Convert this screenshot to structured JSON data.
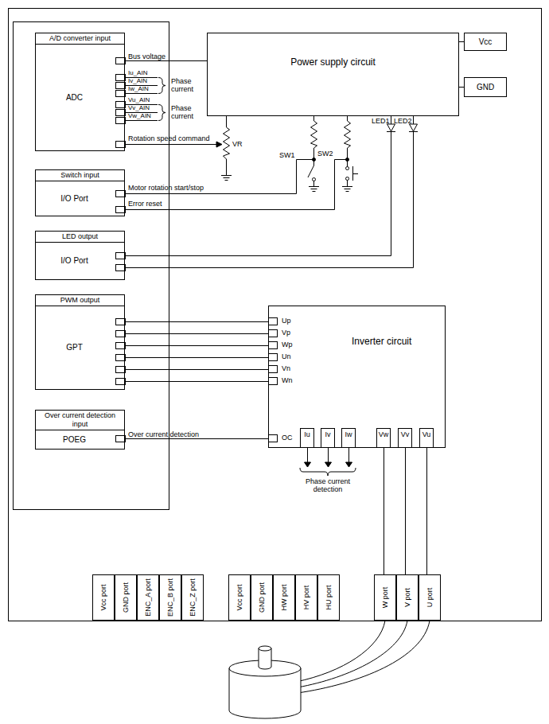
{
  "diagram": {
    "nodes": [
      {
        "text": [
          "A/D converter input",
          "ADC"
        ]
      },
      {
        "text": [
          "Switch input",
          "I/O Port"
        ]
      },
      {
        "text": [
          "LED output",
          "I/O Port"
        ]
      },
      {
        "text": [
          "PWM output",
          "GPT"
        ]
      },
      {
        "text": [
          "Over current detection input",
          "POEG"
        ]
      },
      {
        "text": [
          "Power supply circuit"
        ]
      },
      {
        "text": [
          "Vcc"
        ]
      },
      {
        "text": [
          "GND"
        ]
      },
      {
        "text": [
          "Inverter circuit"
        ]
      },
      {
        "text": [
          "Up"
        ],
        "in": 8
      },
      {
        "text": [
          "Vp"
        ],
        "in": 8
      },
      {
        "text": [
          "Wp"
        ],
        "in": 8
      },
      {
        "text": [
          "Un"
        ],
        "in": 8
      },
      {
        "text": [
          "Vn"
        ],
        "in": 8
      },
      {
        "text": [
          "Wn"
        ],
        "in": 8
      },
      {
        "text": [
          "OC"
        ],
        "in": 8
      },
      {
        "text": [
          "Iu"
        ],
        "in": 8
      },
      {
        "text": [
          "Iv"
        ],
        "in": 8
      },
      {
        "text": [
          "Iw"
        ],
        "in": 8
      },
      {
        "text": [
          "Vw"
        ],
        "in": 8
      },
      {
        "text": [
          "Vv"
        ],
        "in": 8
      },
      {
        "text": [
          "Vu"
        ],
        "in": 8
      },
      {
        "text": [
          "Vcc port"
        ]
      },
      {
        "text": [
          "GND port"
        ]
      },
      {
        "text": [
          "ENC_A port"
        ]
      },
      {
        "text": [
          "ENC_B port"
        ]
      },
      {
        "text": [
          "ENC_Z port"
        ]
      },
      {
        "text": [
          "Vcc port"
        ]
      },
      {
        "text": [
          "GND port"
        ]
      },
      {
        "text": [
          "HW port"
        ]
      },
      {
        "text": [
          "HV port"
        ]
      },
      {
        "text": [
          "HU port"
        ]
      },
      {
        "text": [
          "W port"
        ]
      },
      {
        "text": [
          "V port"
        ]
      },
      {
        "text": [
          "U port"
        ]
      }
    ],
    "edges": [
      {
        "from": 5,
        "to": 6,
        "arrow": "none"
      },
      {
        "from": 5,
        "to": 7,
        "arrow": "none"
      },
      {
        "from": 5,
        "to": 0,
        "label": "Bus voltage",
        "arrow": "none"
      },
      {
        "from": 3,
        "to": 9,
        "arrow": "none"
      },
      {
        "from": 3,
        "to": 10,
        "arrow": "none"
      },
      {
        "from": 3,
        "to": 11,
        "arrow": "none"
      },
      {
        "from": 3,
        "to": 12,
        "arrow": "none"
      },
      {
        "from": 3,
        "to": 13,
        "arrow": "none"
      },
      {
        "from": 3,
        "to": 14,
        "arrow": "none"
      },
      {
        "from": 4,
        "to": 15,
        "label": "Over current detection",
        "arrow": "none"
      },
      {
        "from": 19,
        "to": 32,
        "arrow": "none"
      },
      {
        "from": 20,
        "to": 33,
        "arrow": "none"
      },
      {
        "from": 21,
        "to": 34,
        "arrow": "none"
      }
    ],
    "labels": [
      "Iu_AIN",
      "Iv_AIN",
      "Iw_AIN",
      "Phase current",
      "Vu_AIN",
      "Vv_AIN",
      "Vw_AIN",
      "Phase current",
      "Rotation speed command",
      "VR",
      "SW1",
      "SW2",
      "LED1",
      "LED2",
      "Motor rotation start/stop",
      "Error reset",
      "Phase current detection"
    ]
  }
}
